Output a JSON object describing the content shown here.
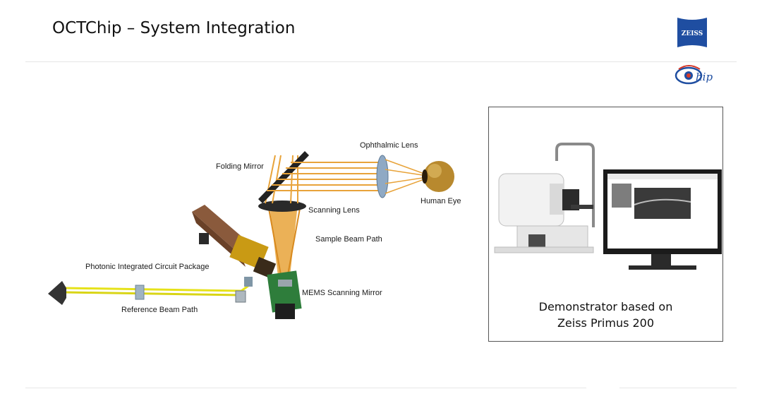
{
  "slide": {
    "title": "OCTChip – System Integration"
  },
  "logos": {
    "zeiss_text": "ZEISS",
    "octchip_text": "hip",
    "zeiss_color": "#1f4ea1"
  },
  "diagram_labels": {
    "ophthalmic_lens": "Ophthalmic Lens",
    "folding_mirror": "Folding Mirror",
    "human_eye": "Human Eye",
    "scanning_lens": "Scanning Lens",
    "sample_beam_path": "Sample Beam Path",
    "photonic_package": "Photonic Integrated Circuit Package",
    "mems_mirror": "MEMS Scanning Mirror",
    "reference_beam_path": "Reference Beam Path"
  },
  "demo": {
    "caption_line1": "Demonstrator based on",
    "caption_line2": "Zeiss Primus 200"
  },
  "colors": {
    "beam_orange": "#e8a33a",
    "beam_yellow": "#e6e21a",
    "pcb_green": "#2e7d3b",
    "copper": "#8a5a3c"
  }
}
